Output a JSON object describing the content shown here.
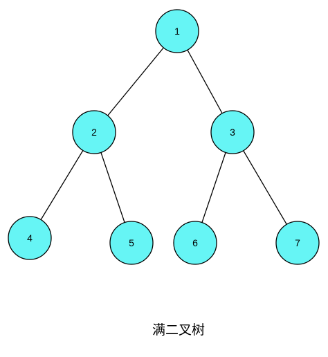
{
  "caption": "满二叉树",
  "colors": {
    "node_fill": "#66f5f5",
    "stroke": "#000000"
  },
  "nodes": [
    {
      "id": "n1",
      "label": "1"
    },
    {
      "id": "n2",
      "label": "2"
    },
    {
      "id": "n3",
      "label": "3"
    },
    {
      "id": "n4",
      "label": "4"
    },
    {
      "id": "n5",
      "label": "5"
    },
    {
      "id": "n6",
      "label": "6"
    },
    {
      "id": "n7",
      "label": "7"
    }
  ],
  "edges": [
    {
      "from": "n1",
      "to": "n2"
    },
    {
      "from": "n1",
      "to": "n3"
    },
    {
      "from": "n2",
      "to": "n4"
    },
    {
      "from": "n2",
      "to": "n5"
    },
    {
      "from": "n3",
      "to": "n6"
    },
    {
      "from": "n3",
      "to": "n7"
    }
  ]
}
